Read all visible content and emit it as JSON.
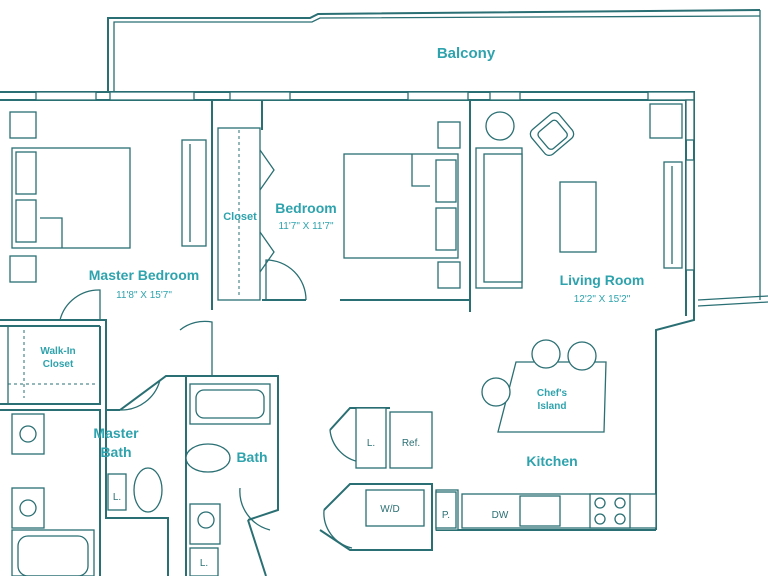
{
  "rooms": {
    "balcony": "Balcony",
    "bedroom": "Bedroom",
    "bedroom_dims": "11'7\" X 11'7\"",
    "closet": "Closet",
    "master_bedroom": "Master Bedroom",
    "master_bedroom_dims": "11'8\" X 15'7\"",
    "living_room": "Living Room",
    "living_room_dims": "12'2\" X 15'2\"",
    "walk_in_line1": "Walk-In",
    "walk_in_line2": "Closet",
    "chefs_island_line1": "Chef's",
    "chefs_island_line2": "Island",
    "master_bath_line1": "Master",
    "master_bath_line2": "Bath",
    "bath": "Bath",
    "kitchen": "Kitchen"
  },
  "fixtures": {
    "linen_1": "L.",
    "linen_2": "L.",
    "linen_3": "L.",
    "refrigerator": "Ref.",
    "washer_dryer": "W/D",
    "pantry": "P.",
    "dishwasher": "DW"
  },
  "colors": {
    "line": "#2a6f73",
    "label": "#2ea3ad",
    "background": "#ffffff"
  }
}
